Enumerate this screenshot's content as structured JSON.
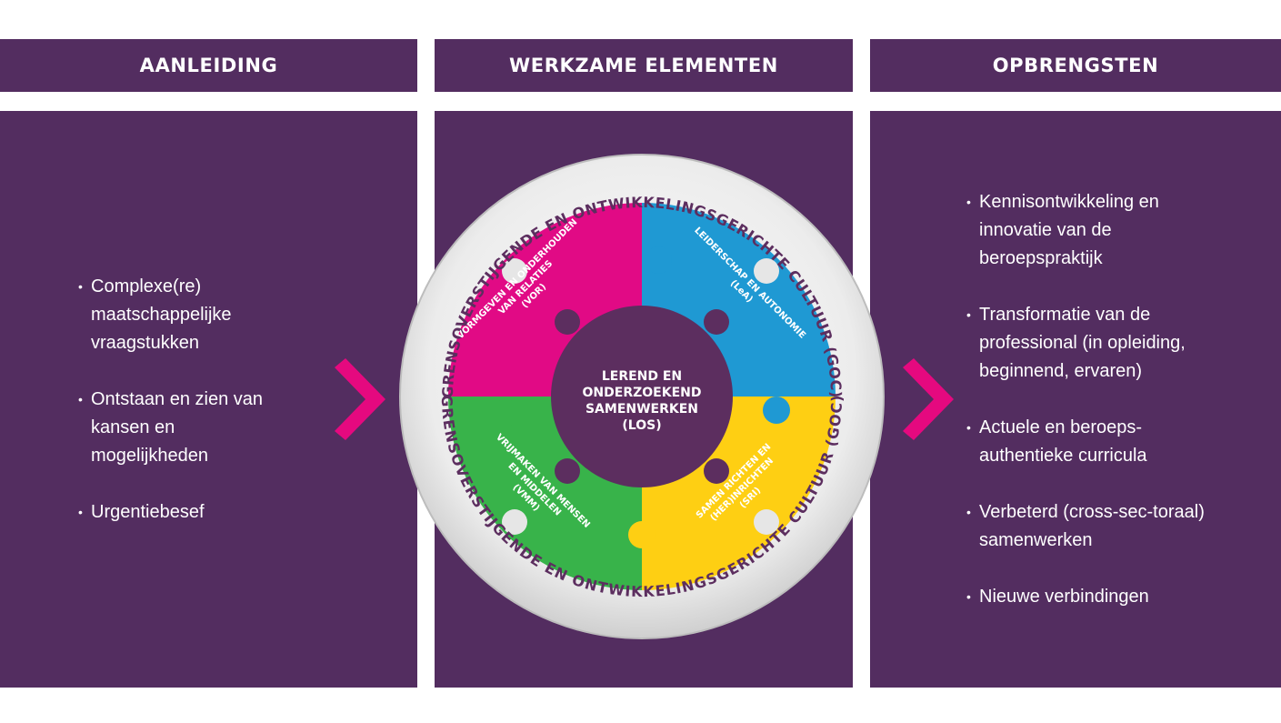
{
  "columns": {
    "aanleiding": {
      "title": "AANLEIDING",
      "items": [
        "Complexe(re) maatschappelijke vraagstukken",
        "Ontstaan en zien van kansen en mogelijkheden",
        "Urgentiebesef"
      ]
    },
    "werkzame": {
      "title": "WERKZAME ELEMENTEN"
    },
    "opbrengsten": {
      "title": "OPBRENGSTEN",
      "items": [
        "Kennisontwikkeling en innovatie van de beroepspraktijk",
        "Transformatie van de professional (in opleiding, beginnend, ervaren)",
        "Actuele en beroeps-authentieke curricula",
        "Verbeterd (cross-sec-toraal) samenwerken",
        "Nieuwe verbindingen"
      ]
    }
  },
  "diagram": {
    "ring_text": "GRENSOVERSTIJGENDE EN ONTWIKKELINGSGERICHTE CULTUUR (GOC)",
    "center": [
      "LEREND EN",
      "ONDERZOEKEND",
      "SAMENWERKEN",
      "(LOS)"
    ],
    "quadrants": {
      "top_left": [
        "VORMGEVEN EN ONDERHOUDEN",
        "VAN RELATIES",
        "(VOR)"
      ],
      "top_right": [
        "LEIDERSCHAP EN AUTONOMIE",
        "(LeA)"
      ],
      "bottom_left": [
        "VRIJMAKEN VAN MENSEN",
        "EN MIDDELEN",
        "(VMM)"
      ],
      "bottom_right": [
        "SAMEN RICHTEN EN",
        "(HER)INRICHTEN",
        "(SRI)"
      ]
    }
  },
  "colors": {
    "panel": "#532d60",
    "magenta": "#e10a85",
    "blue": "#1f99d3",
    "green": "#38b34a",
    "yellow": "#fecf13",
    "ring": "#e6e6e6",
    "chevron": "#e5097f"
  },
  "icons": [
    "chevron-right-icon"
  ]
}
